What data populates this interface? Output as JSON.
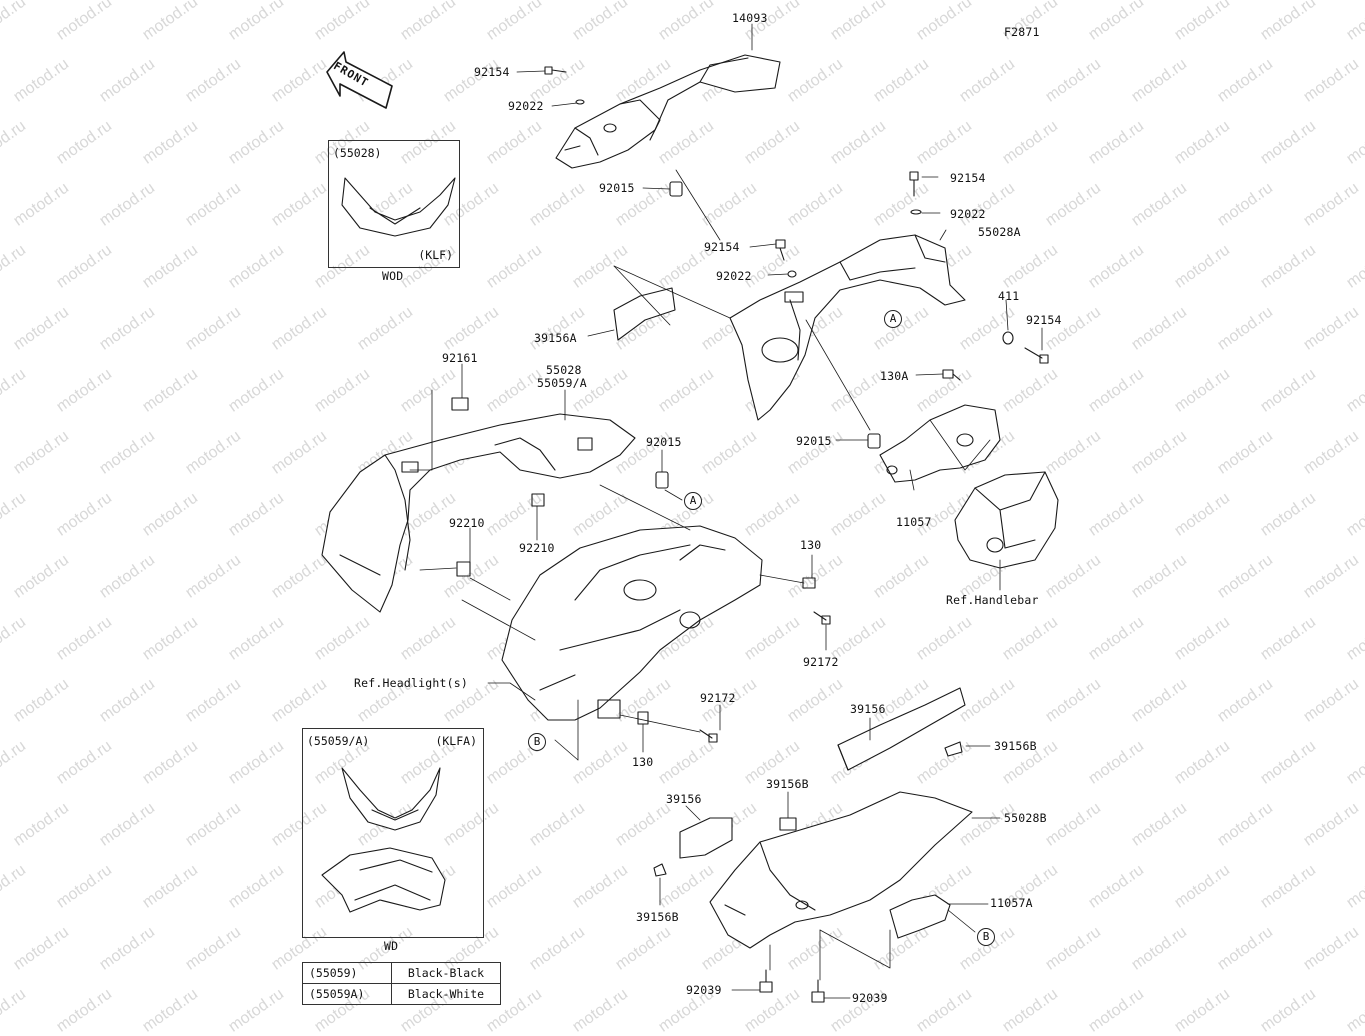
{
  "figure_id": "F2871",
  "watermark": "motod.ru",
  "front_label": "FRONT",
  "parts": {
    "p14093": "14093",
    "p92154_a": "92154",
    "p92022_a": "92022",
    "p92015_a": "92015",
    "p92154_b": "92154",
    "p92022_b": "92022",
    "p92154_c": "92154",
    "p92022_c": "92022",
    "p55028A": "55028A",
    "p411": "411",
    "p92154_d": "92154",
    "p39156A": "39156A",
    "p130A": "130A",
    "p92015_b": "92015",
    "p11057": "11057",
    "ref_handlebar": "Ref.Handlebar",
    "p92161": "92161",
    "p55028": "55028",
    "p55059A": "55059/A",
    "p92015_c": "92015",
    "p92210_a": "92210",
    "p92210_b": "92210",
    "p130_a": "130",
    "p92172_a": "92172",
    "ref_headlight": "Ref.Headlight(s)",
    "p92172_b": "92172",
    "p130_b": "130",
    "p39156_a": "39156",
    "p39156B_a": "39156B",
    "p39156B_b": "39156B",
    "p39156_b": "39156",
    "p55028B": "55028B",
    "p39156B_c": "39156B",
    "p11057A": "11057A",
    "p92039_a": "92039",
    "p92039_b": "92039"
  },
  "callouts": {
    "A1": "A",
    "A2": "A",
    "B1": "B",
    "B2": "B"
  },
  "inset_top": {
    "code": "(55028)",
    "variant": "(KLF)",
    "caption": "WOD"
  },
  "inset_bottom": {
    "code": "(55059/A)",
    "variant": "(KLFA)",
    "caption": "WD"
  },
  "legend": [
    {
      "code": "(55059)",
      "color": "Black-Black"
    },
    {
      "code": "(55059A)",
      "color": "Black-White"
    }
  ]
}
